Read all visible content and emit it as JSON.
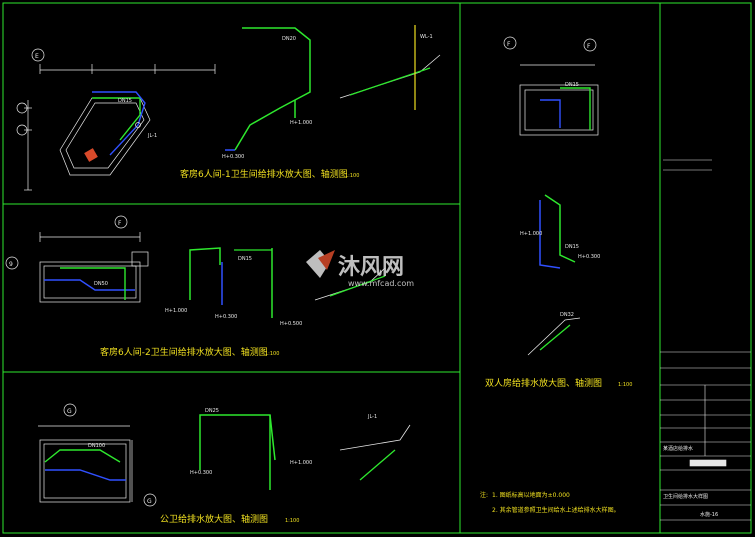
{
  "captions": {
    "room1": "客房6人间-1卫生间给排水放大图、轴测图",
    "room1_scale": "1:100",
    "room2": "客房6人间-2卫生间给排水放大图、轴测图",
    "room2_scale": "1:100",
    "public": "公卫给排水放大图、轴测图",
    "public_scale": "1:100",
    "double": "双人房给排水放大图、轴测图",
    "double_scale": "1:100"
  },
  "notes": {
    "label": "注:",
    "line1": "1. 图纸标高以地面为±0.000",
    "line2": "2. 其余管道参照卫生间给水上述给排水大样图。"
  },
  "axis_tags": {
    "a": "E",
    "b": "F",
    "c": "G",
    "d": "9",
    "e": "F",
    "f": "G",
    "g": "F"
  },
  "pipe_labels": {
    "dn15": "DN15",
    "dn20": "DN20",
    "dn25": "DN25",
    "dn32": "DN32",
    "dn50": "DN50",
    "dn100": "DN100",
    "jl": "JL-1",
    "wl": "WL-1",
    "elev1": "H+1.000",
    "elev2": "H+0.300",
    "elev3": "H+0.500"
  },
  "watermark": {
    "brand": "沐风网",
    "url": "www.mfcad.com"
  },
  "title_block": {
    "project": "某酒店给排水",
    "drawing": "卫生间给排水大样图",
    "number": "水施-16"
  },
  "colors": {
    "background": "#000000",
    "frame": "#2ee82e",
    "pipe_supply": "#2ee82e",
    "pipe_drain": "#3050ff",
    "dim": "#e8e8e8",
    "text": "#f0e020",
    "brand": "#d84a2a"
  }
}
